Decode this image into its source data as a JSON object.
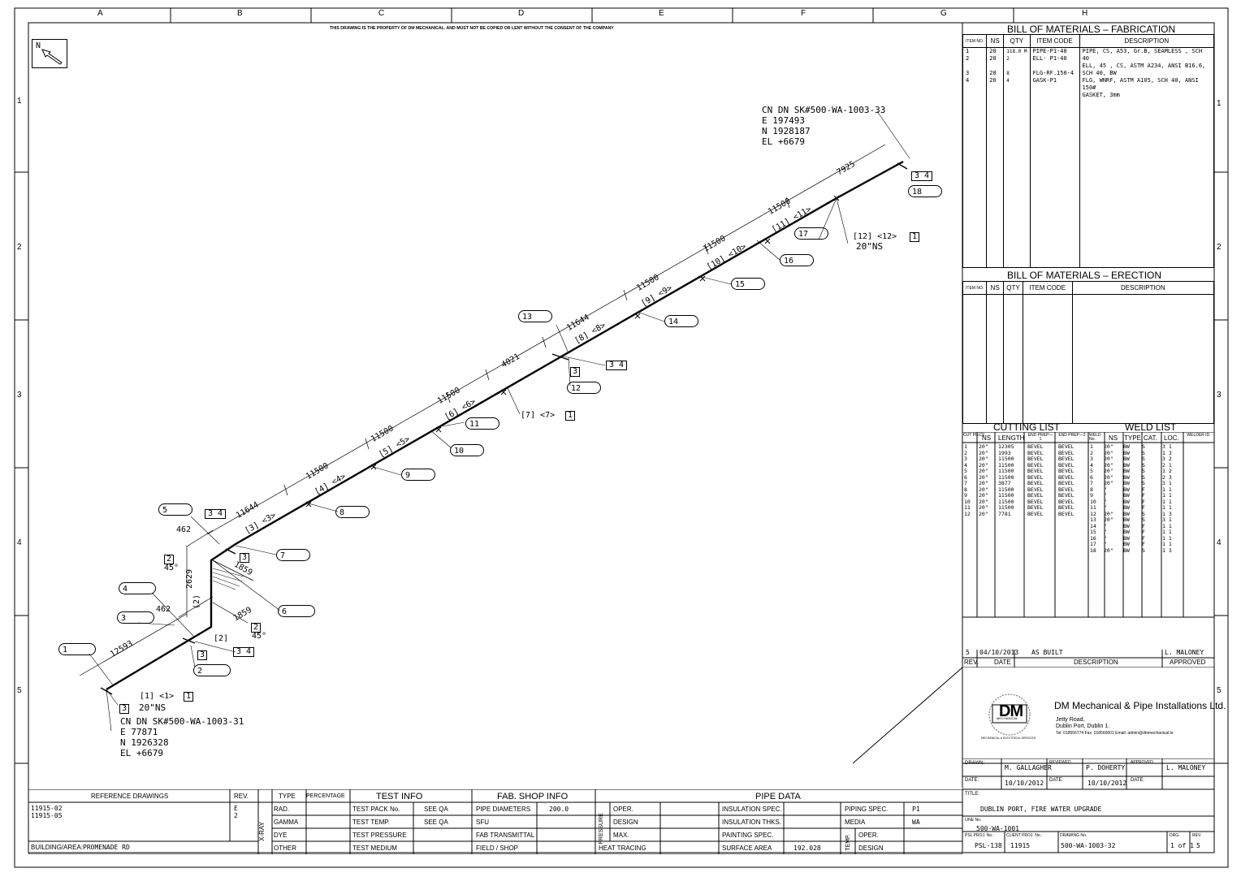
{
  "drawing_frame": {
    "columns": [
      "A",
      "B",
      "C",
      "D",
      "E",
      "F",
      "G",
      "H"
    ],
    "rows": [
      "1",
      "2",
      "3",
      "4",
      "5"
    ],
    "property_notice": "THIS DRAWING IS THE PROPERTY OF DM MECHANICAL. AND MUST NOT BE COPIED OR LENT WITHOUT THE CONSENT OF THE COMPANY",
    "north_label": "N"
  },
  "iso": {
    "cn_end": {
      "l1": "CN DN SK#500-WA-1003-33",
      "l2": "E 197493",
      "l3": "N 1928187",
      "l4": "EL +6679"
    },
    "cn_start": {
      "l1": "CN DN SK#500-WA-1003-31",
      "l2": "E 77871",
      "l3": "N 1926328",
      "l4": "EL +6679"
    },
    "start_tag": "[1]  <1>",
    "start_box": "1",
    "start_ns": "20\"NS",
    "end_tag": "[12]  <12>",
    "end_box": "1",
    "end_ns": "20\"NS",
    "mid_tag": "[7]  <7>",
    "mid_box": "1",
    "dims": {
      "d12593": "12593",
      "d462a": "462",
      "d462b": "462",
      "d2629": "2629",
      "d1859a": "1859",
      "d1859b": "1859",
      "d11644a": "11644",
      "d11500a": "11500",
      "d11500b": "11500",
      "d11500c": "11500",
      "d4021": "4021",
      "d11644b": "11644",
      "d11500d": "11500",
      "d11500e": "11500",
      "d11500f": "11500",
      "d7925": "7925"
    },
    "angle": "45°",
    "balloons": [
      "1",
      "2",
      "3",
      "4",
      "5",
      "6",
      "7",
      "8",
      "9",
      "10",
      "11",
      "12",
      "13",
      "14",
      "15",
      "16",
      "17",
      "18"
    ],
    "spool_marks": {
      "s2": "(2)",
      "s3": "[3]  <3>",
      "s4": "[4]  <4>",
      "s5": "[5]  <5>",
      "s6": "[6]  <6>",
      "s8": "[8]  <8>",
      "s9": "[9]  <9>",
      "s10": "[10]  <10>",
      "s11": "[11]  <11>",
      "s2b": "[2]"
    },
    "boxes": {
      "b1": "1",
      "b2": "2",
      "b3": "3",
      "b34": "3 4"
    }
  },
  "bom_fab": {
    "title": "BILL OF MATERIALS  –  FABRICATION",
    "headers": [
      "ITEM NO.",
      "NS",
      "QTY",
      "ITEM CODE",
      "DESCRIPTION"
    ],
    "rows": [
      [
        "1",
        "20",
        "118.0 M",
        "PIPE-P1-40",
        "PIPE, CS, A53, Gr.B, SEAMLESS , SCH 40"
      ],
      [
        "2",
        "20",
        "2",
        "ELL- P1-40",
        "ELL, 45 , CS, ASTM A234, ANSI B16.6, SCH 40, BW"
      ],
      [
        "3",
        "20",
        "8",
        "FLG-RF.150-4",
        "FLG, WNRF, ASTM A105, SCH 40, ANSI 150#"
      ],
      [
        "4",
        "20",
        "4",
        "GASK-P1",
        "GASKET, 3mm"
      ]
    ]
  },
  "bom_erect": {
    "title": "BILL OF MATERIALS  –  ERECTION",
    "headers": [
      "ITEM NO.",
      "NS",
      "QTY",
      "ITEM CODE",
      "DESCRIPTION"
    ]
  },
  "cutting_list": {
    "title": "CUTTING LIST",
    "headers": [
      "CUT PIECE",
      "NS",
      "LENGTH",
      "END PREP—1",
      "END PREP—2"
    ],
    "rows": [
      [
        "1",
        "20\"",
        "12305",
        "BEVEL",
        "BEVEL"
      ],
      [
        "2",
        "20\"",
        "1993",
        "BEVEL",
        "BEVEL"
      ],
      [
        "3",
        "20\"",
        "11500",
        "BEVEL",
        "BEVEL"
      ],
      [
        "4",
        "20\"",
        "11500",
        "BEVEL",
        "BEVEL"
      ],
      [
        "5",
        "20\"",
        "11500",
        "BEVEL",
        "BEVEL"
      ],
      [
        "6",
        "20\"",
        "11500",
        "BEVEL",
        "BEVEL"
      ],
      [
        "7",
        "20\"",
        "3877",
        "BEVEL",
        "BEVEL"
      ],
      [
        "8",
        "20\"",
        "11500",
        "BEVEL",
        "BEVEL"
      ],
      [
        "9",
        "20\"",
        "11500",
        "BEVEL",
        "BEVEL"
      ],
      [
        "10",
        "20\"",
        "11500",
        "BEVEL",
        "BEVEL"
      ],
      [
        "11",
        "20\"",
        "11500",
        "BEVEL",
        "BEVEL"
      ],
      [
        "12",
        "20\"",
        "7781",
        "BEVEL",
        "BEVEL"
      ]
    ]
  },
  "weld_list": {
    "title": "WELD LIST",
    "headers": [
      "WELD No.",
      "NS",
      "TYPE",
      "CAT.",
      "LOC.",
      "WELDER ID."
    ],
    "rows": [
      [
        "1",
        "20\"",
        "BW",
        "S",
        "3 1"
      ],
      [
        "2",
        "20\"",
        "BW",
        "S",
        "1 3"
      ],
      [
        "3",
        "20\"",
        "BW",
        "S",
        "3 2"
      ],
      [
        "4",
        "20\"",
        "BW",
        "S",
        "2 1"
      ],
      [
        "5",
        "20\"",
        "BW",
        "S",
        "1 2"
      ],
      [
        "6",
        "20\"",
        "BW",
        "S",
        "2 3"
      ],
      [
        "7",
        "20\"",
        "BW",
        "S",
        "3 1"
      ],
      [
        "8",
        "\"",
        "BW",
        "F",
        "1 1"
      ],
      [
        "9",
        "\"",
        "BW",
        "F",
        "1 1"
      ],
      [
        "10",
        "\"",
        "BW",
        "F",
        "1 1"
      ],
      [
        "11",
        "\"",
        "BW",
        "F",
        "1 1"
      ],
      [
        "12",
        "20\"",
        "BW",
        "S",
        "1 3"
      ],
      [
        "13",
        "20\"",
        "BW",
        "S",
        "3 1"
      ],
      [
        "14",
        "\"",
        "BW",
        "F",
        "1 1"
      ],
      [
        "15",
        "\"",
        "BW",
        "F",
        "1 1"
      ],
      [
        "16",
        "\"",
        "BW",
        "F",
        "1 1"
      ],
      [
        "17",
        "\"",
        "BW",
        "F",
        "1 1"
      ],
      [
        "18",
        "20\"",
        "BW",
        "S",
        "1 3"
      ]
    ]
  },
  "revision": {
    "rev": "5",
    "date": "04/10/2013",
    "description": "AS BUILT",
    "approved": "L. MALONEY",
    "headers": [
      "REV.",
      "DATE",
      "DESCRIPTION",
      "APPROVED"
    ]
  },
  "company": {
    "logo_text": "DM",
    "logo_sub": "MECHANICAL",
    "logo_ring": "MECHANICAL & PIPE INSTALLATIONS",
    "logo_footer": "MECHANICAL & ELECTRICAL SERVICES",
    "name": "DM Mechanical & Pipe Installations Ltd.",
    "addr1": "Jetty Road,",
    "addr2": "Dublin Port, Dublin 1.",
    "contact": "Tel: 018556774   Fax: 018560601  Email: admin@dmmechanical.ie"
  },
  "titleblock": {
    "drawn_label": "DRAWN:",
    "drawn": "M. GALLAGHER",
    "reviewed_label": "REVIEWED",
    "reviewed": "P. DOHERTY",
    "approved_label": "APPROVED",
    "approved": "L. MALONEY",
    "date_label": "DATE:",
    "date1": "10/10/2012",
    "date2": "10/10/2012",
    "title_label": "TITLE:",
    "title": "DUBLIN PORT, FIRE WATER UPGRADE",
    "line_label": "LINE No.",
    "line": "500-WA-1001",
    "psl_label": "PSL PROJ. No.:",
    "psl": "PSL-138",
    "client_label": "CLIENT PROJ. No.:",
    "client": "11915",
    "drawing_label": "DRAWING No.",
    "drawing": "500-WA-1003-32",
    "drg_label": "DRG.",
    "drg": "1 of 1",
    "rev_label": "REV.",
    "rev": "5"
  },
  "reference": {
    "title": "REFERENCE DRAWINGS",
    "rev_label": "REV.",
    "drawings": [
      "11915-02",
      "11915-05"
    ],
    "revs": [
      "E",
      "2"
    ],
    "area_label": "BUILDING/AREA:",
    "area": "PROMENADE RD"
  },
  "xray": {
    "label": "X-RAY",
    "type_label": "TYPE",
    "pct_label": "PERCENTAGE",
    "types": [
      "RAD.",
      "GAMMA",
      "DYE",
      "OTHER"
    ]
  },
  "test_info": {
    "title": "TEST  INFO",
    "rows": [
      [
        "TEST PACK No.",
        "SEE QA"
      ],
      [
        "TEST TEMP.",
        "SEE QA"
      ],
      [
        "TEST PRESSURE",
        ""
      ],
      [
        "TEST MEDIUM",
        ""
      ]
    ]
  },
  "fab_shop": {
    "title": "FAB. SHOP  INFO",
    "rows": [
      [
        "PIPE DIAMETERS",
        "200.0"
      ],
      [
        "SFU",
        ""
      ],
      [
        "FAB TRANSMITTAL",
        ""
      ],
      [
        "FIELD / SHOP",
        ""
      ]
    ]
  },
  "pipe_data": {
    "title": "PIPE  DATA",
    "pressure_label": "PRESSURE",
    "temp_label": "TEMP.",
    "p_rows": [
      "OPER.",
      "DESIGN",
      "MAX."
    ],
    "heat": "HEAT TRACING",
    "mid_rows": [
      [
        "INSULATION SPEC.",
        ""
      ],
      [
        "INSULATION THKS.",
        ""
      ],
      [
        "PAINTING SPEC.",
        ""
      ],
      [
        "SURFACE AREA",
        "192.028"
      ]
    ],
    "right_rows": [
      [
        "PIPING SPEC.",
        "P1"
      ],
      [
        "MEDIA",
        "WA"
      ]
    ],
    "t_rows": [
      "OPER.",
      "DESIGN"
    ]
  }
}
